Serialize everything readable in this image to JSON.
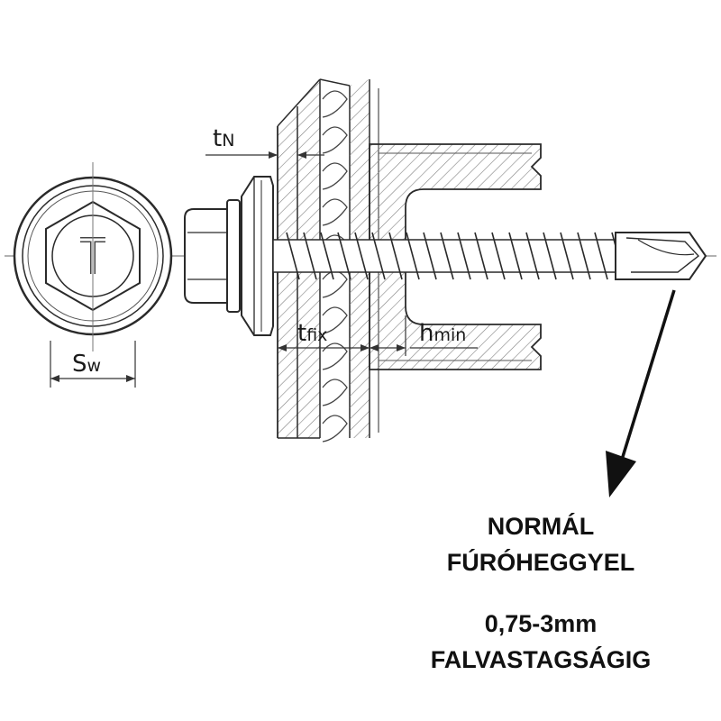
{
  "labels": {
    "tN": {
      "main": "t",
      "sub": "N"
    },
    "tfix": {
      "main": "t",
      "sub": "fix"
    },
    "hmin": {
      "main": "h",
      "sub": "min"
    },
    "sw": {
      "main": "S",
      "sub": "w"
    }
  },
  "caption": {
    "line1": "NORMÁL",
    "line2": "FÚRÓHEGGYEL",
    "line3": "0,75-3mm",
    "line4": "FALVASTAGSÁGIG"
  },
  "colors": {
    "line": "#2a2a2a",
    "hatch": "#777777",
    "metal": "#bdbdbd"
  }
}
